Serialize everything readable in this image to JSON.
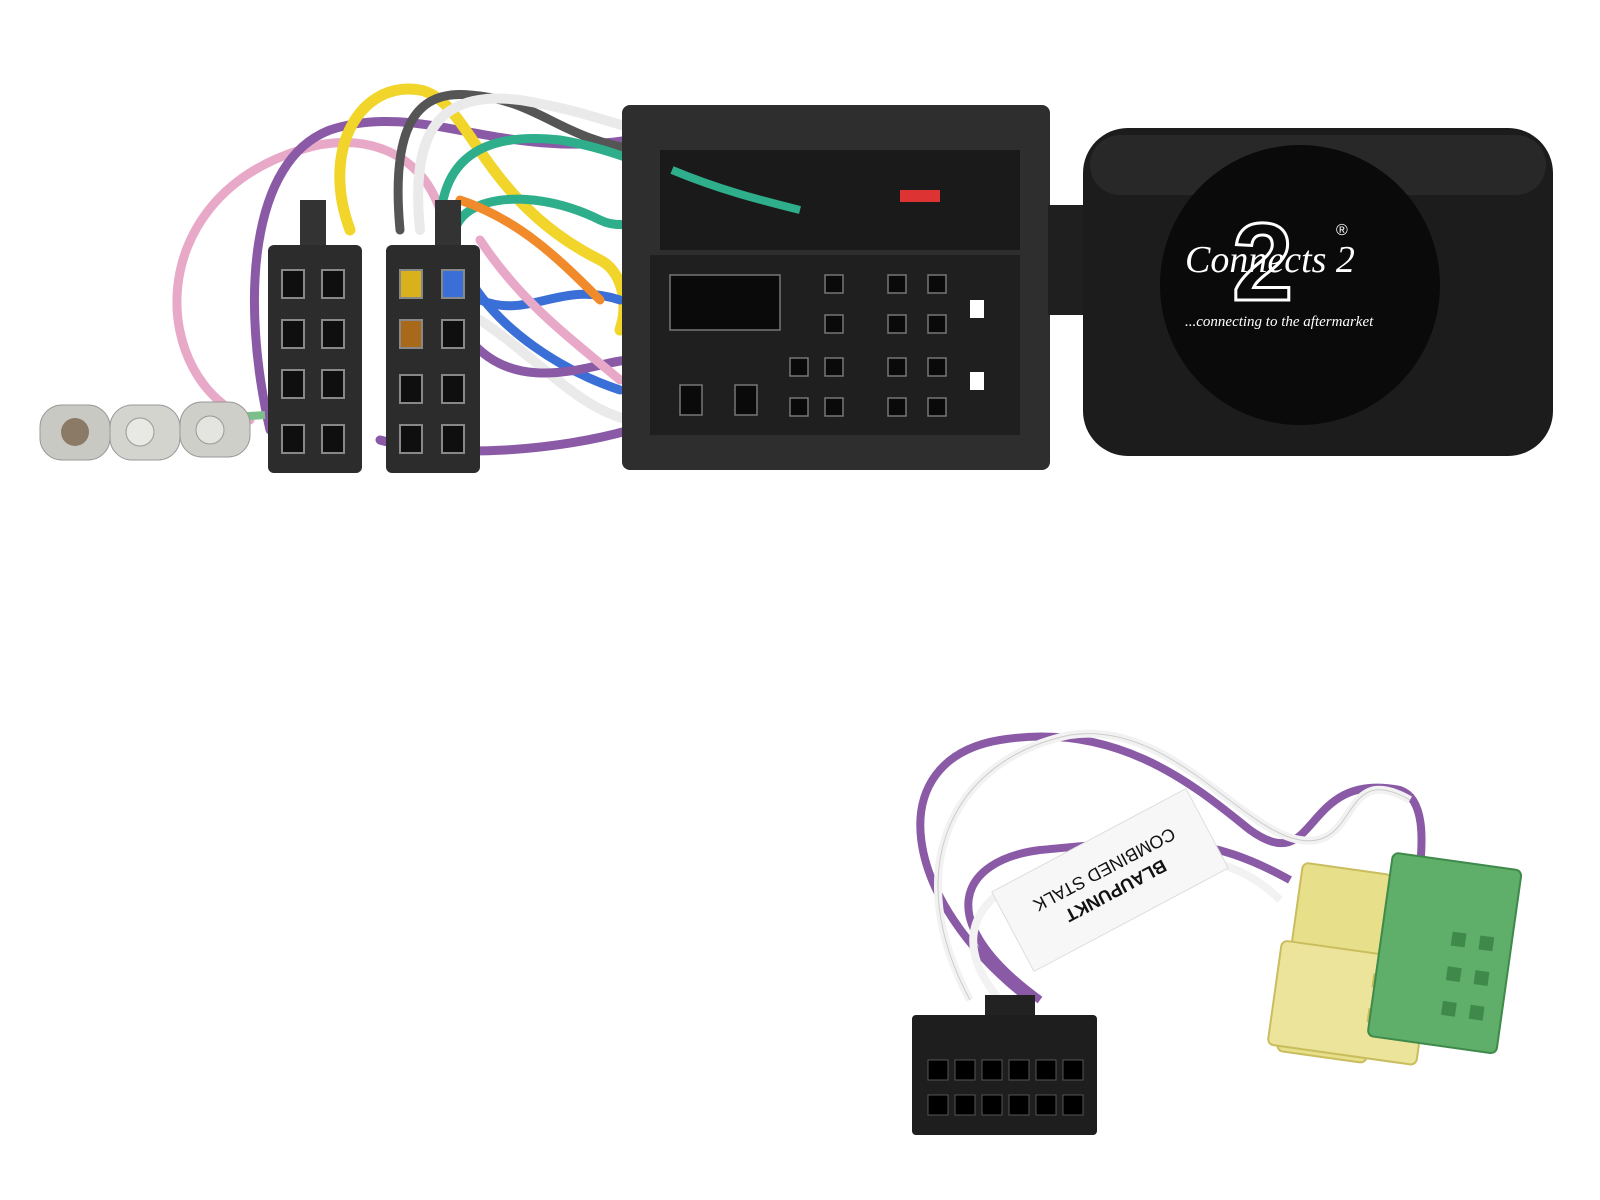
{
  "product": {
    "module": {
      "brand_logo_text": "Connects 2",
      "brand_logo_numeral": "2",
      "registered_mark": "®",
      "tagline": "...connecting to the aftermarket"
    },
    "label": {
      "line1": "BLAUPUNKT",
      "line2": "COMBINED STALK"
    }
  },
  "colors": {
    "connector_black": "#2a2a2a",
    "module_black": "#1c1c1c",
    "yellow_connector": "#e8df8a",
    "green_connector": "#5fae6a",
    "wire_purple": "#8a5aa6",
    "wire_white": "#f2f2f2"
  }
}
